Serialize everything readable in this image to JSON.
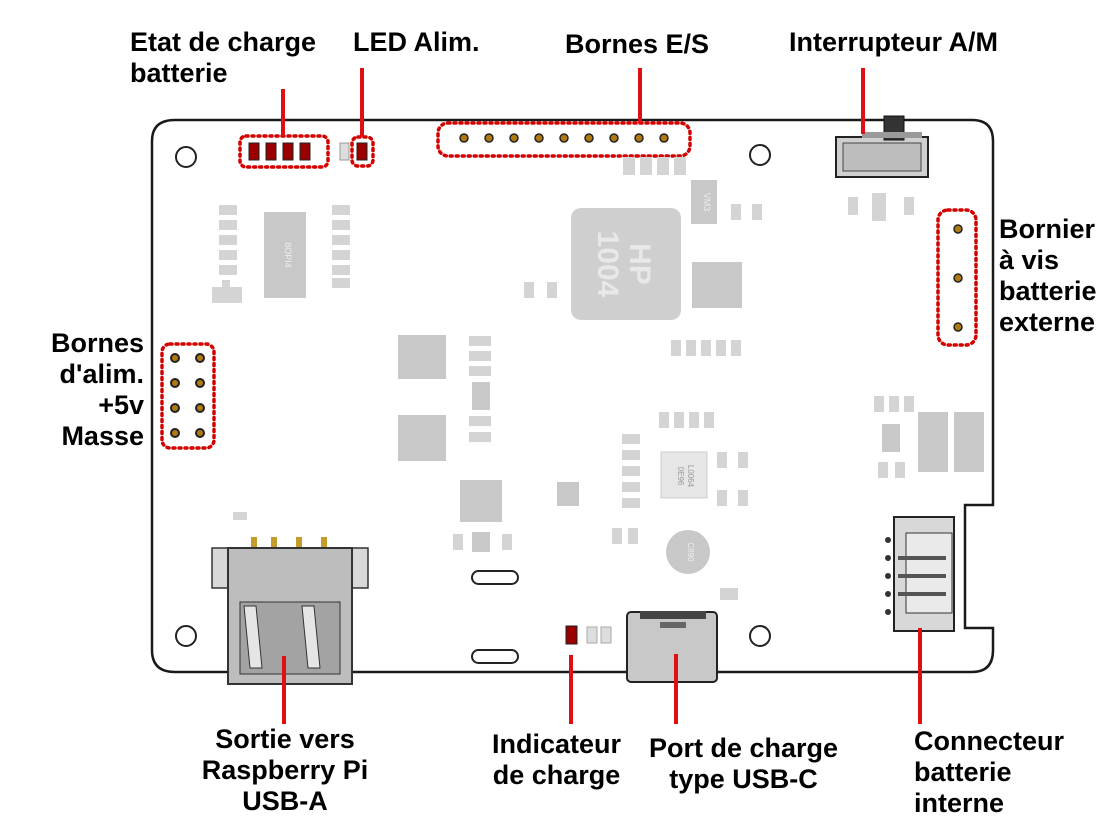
{
  "labels": {
    "battery_state": [
      "Etat de charge",
      "batterie"
    ],
    "power_led": "LED Alim.",
    "io_pins": "Bornes E/S",
    "switch": "Interrupteur A/M",
    "screw_terminal": [
      "Bornier",
      "à vis",
      "batterie",
      "externe"
    ],
    "power_pins": [
      "Bornes",
      "d'alim.",
      "+5v",
      "Masse"
    ],
    "usb_a_output": [
      "Sortie vers",
      "Raspberry Pi",
      "USB-A"
    ],
    "charge_indicator": [
      "Indicateur",
      "de charge"
    ],
    "usbc_port": [
      "Port de charge",
      "type USB-C"
    ],
    "internal_battery_connector": [
      "Connecteur",
      "batterie",
      "interne"
    ]
  },
  "board_markings": {
    "inductor": [
      "HP",
      "1004"
    ],
    "ic_left": "8OPI4",
    "small_ic": "VM3",
    "chip_center": [
      "0E96",
      "L0064"
    ],
    "capacitor": "C890"
  },
  "colors": {
    "board": "#ffffff",
    "board_outline": "#1a1a1a",
    "component": "#d4d4d4",
    "component_dark": "#b5b5b5",
    "highlight_dots": "#d40000",
    "leader_line": "#e01010",
    "led_red": "#9b0000"
  }
}
